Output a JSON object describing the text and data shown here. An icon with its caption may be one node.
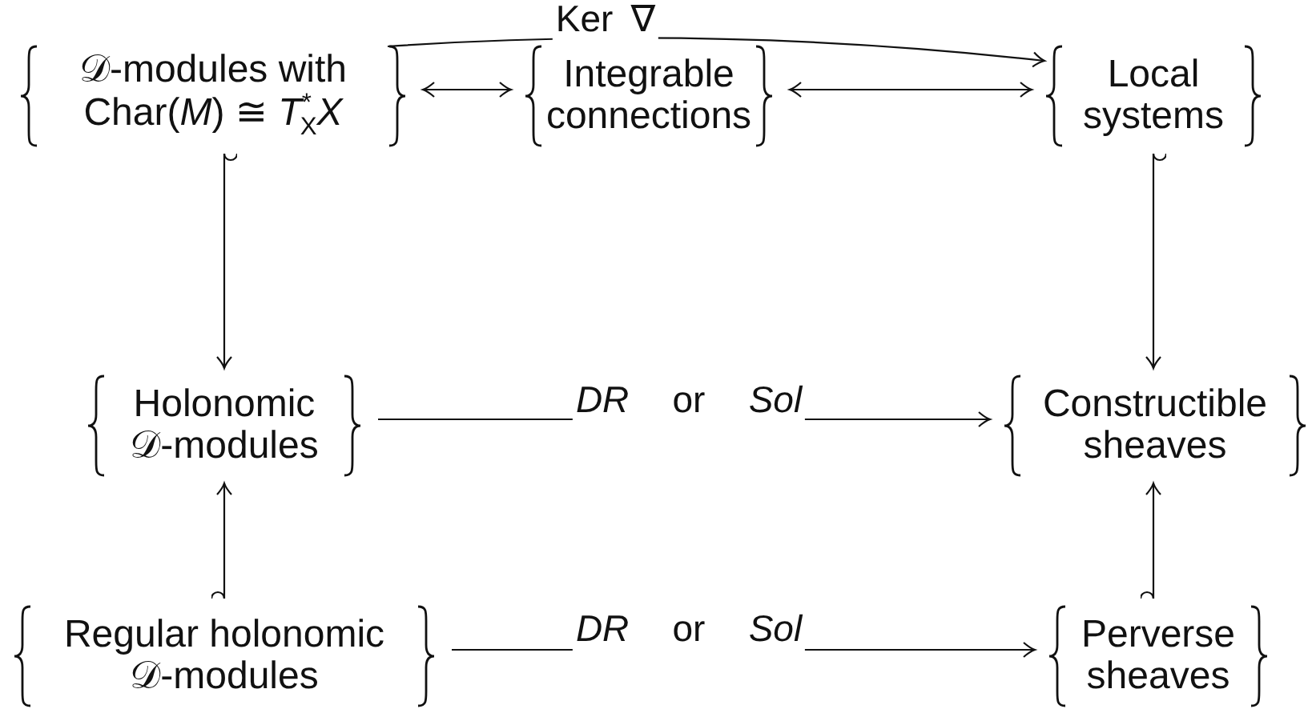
{
  "diagram": {
    "nodes": [
      {
        "text": [
          "𝒟-modules with",
          "Char(*M*) ≅ *T*$^{*}$$_{X}$*X*"
        ]
      },
      {
        "text": [
          "Integrable",
          "connections"
        ]
      },
      {
        "text": [
          "Local",
          "systems"
        ]
      },
      {
        "text": [
          "Holonomic",
          "𝒟-modules"
        ]
      },
      {
        "text": [
          "Constructible",
          "sheaves"
        ]
      },
      {
        "text": [
          "Regular holonomic",
          "𝒟-modules"
        ]
      },
      {
        "text": [
          "Perverse",
          "sheaves"
        ]
      }
    ],
    "edges": [
      {
        "from": 0,
        "to": 2,
        "arrow": "to",
        "label": "Ker ∇"
      },
      {
        "from": 0,
        "to": 1,
        "arrow": "both"
      },
      {
        "from": 1,
        "to": 2,
        "arrow": "both"
      },
      {
        "from": 0,
        "to": 3,
        "arrow": "to"
      },
      {
        "from": 2,
        "to": 4,
        "arrow": "to"
      },
      {
        "from": 3,
        "to": 4,
        "arrow": "to",
        "label": "*DR* or *Sol*"
      },
      {
        "from": 5,
        "to": 3,
        "arrow": "to"
      },
      {
        "from": 6,
        "to": 4,
        "arrow": "to"
      },
      {
        "from": 5,
        "to": 6,
        "arrow": "to",
        "label": "*DR* or *Sol*"
      }
    ]
  }
}
